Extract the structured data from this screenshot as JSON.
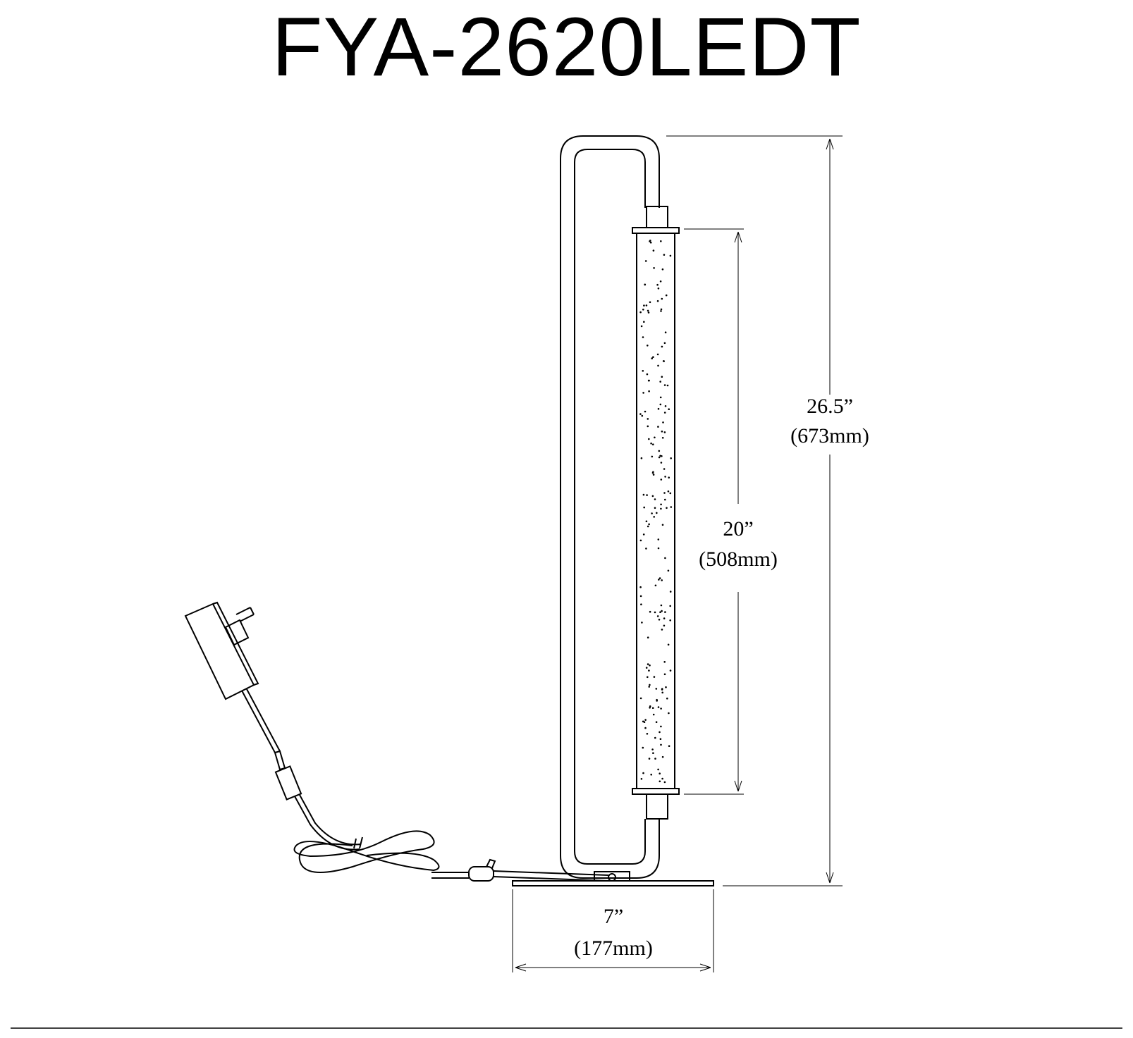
{
  "title": "FYA-2620LEDT",
  "dimensions": {
    "overall_height": {
      "imperial": "26.5”",
      "metric": "(673mm)"
    },
    "shade_height": {
      "imperial": "20”",
      "metric": "(508mm)"
    },
    "base_width": {
      "imperial": "7”",
      "metric": "(177mm)"
    }
  }
}
